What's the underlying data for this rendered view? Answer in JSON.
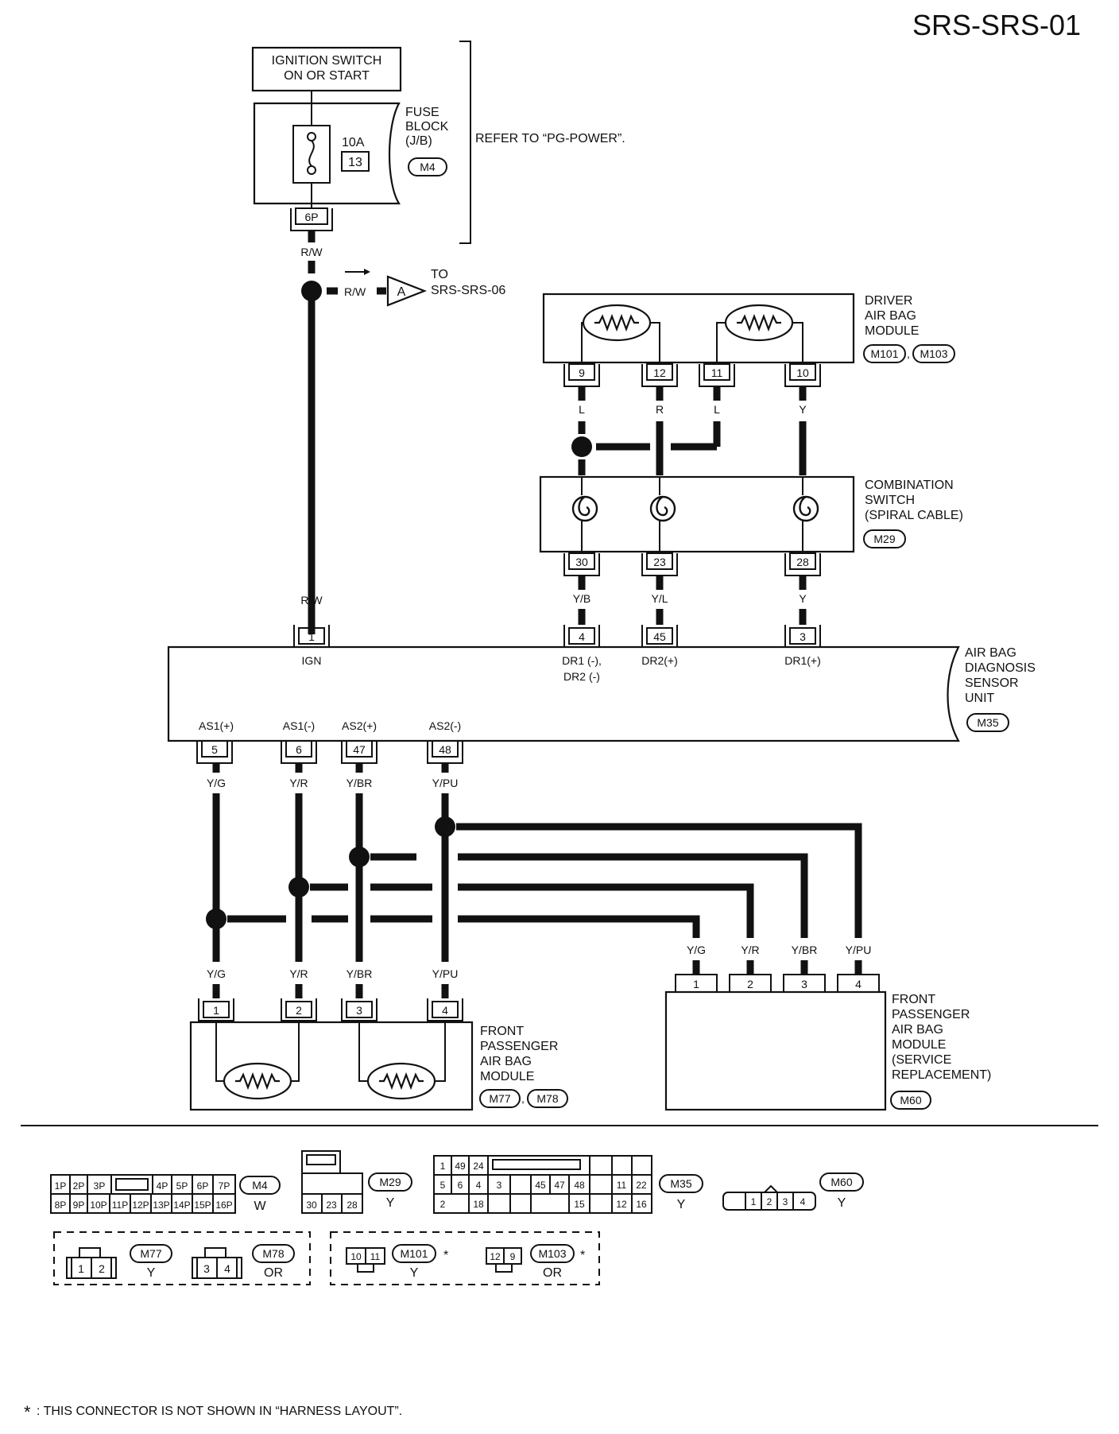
{
  "header": {
    "page_code": "SRS-SRS-01"
  },
  "top": {
    "ignition_label_1": "IGNITION SWITCH",
    "ignition_label_2": "ON OR START",
    "fuse_amp": "10A",
    "fuse_no": "13",
    "fuse_block_1": "FUSE",
    "fuse_block_2": "BLOCK",
    "fuse_block_3": "(J/B)",
    "fuse_block_conn": "M4",
    "fuse_pin": "6P",
    "refer_text": "REFER TO “PG-POWER”.",
    "wire_rw": "R/W",
    "to_label_1": "TO",
    "to_label_2": "SRS-SRS-06",
    "to_ref": "A"
  },
  "driver_module": {
    "label": [
      "DRIVER",
      "AIR BAG",
      "MODULE"
    ],
    "connectors": [
      "M101",
      "M103"
    ],
    "pins": [
      "9",
      "12",
      "11",
      "10"
    ],
    "wires": [
      "L",
      "R",
      "L",
      "Y"
    ]
  },
  "combo_switch": {
    "label": [
      "COMBINATION",
      "SWITCH",
      "(SPIRAL CABLE)"
    ],
    "connector": "M29",
    "pins": [
      "30",
      "23",
      "28"
    ],
    "wires": [
      "Y/B",
      "Y/L",
      "Y"
    ]
  },
  "sensor_unit": {
    "label": [
      "AIR BAG",
      "DIAGNOSIS",
      "SENSOR",
      "UNIT"
    ],
    "connector": "M35",
    "top_pins": [
      "1",
      "4",
      "45",
      "3"
    ],
    "top_signals": [
      "IGN",
      "DR1 (-),",
      "DR2 (-)",
      "DR2(+)",
      "DR1(+)"
    ],
    "top_wires": [
      "R/W",
      "Y/B",
      "Y/L",
      "Y"
    ],
    "bottom_pins": [
      "5",
      "6",
      "47",
      "48"
    ],
    "bottom_signals": [
      "AS1(+)",
      "AS1(-)",
      "AS2(+)",
      "AS2(-)"
    ],
    "bottom_wires": [
      "Y/G",
      "Y/R",
      "Y/BR",
      "Y/PU"
    ]
  },
  "front_passenger": {
    "label": [
      "FRONT",
      "PASSENGER",
      "AIR BAG",
      "MODULE"
    ],
    "connectors": [
      "M77",
      "M78"
    ],
    "pins": [
      "1",
      "2",
      "3",
      "4"
    ],
    "wires": [
      "Y/G",
      "Y/R",
      "Y/BR",
      "Y/PU"
    ]
  },
  "service_module": {
    "label": [
      "FRONT",
      "PASSENGER",
      "AIR BAG",
      "MODULE",
      "(SERVICE",
      "REPLACEMENT)"
    ],
    "connector": "M60",
    "pins": [
      "1",
      "2",
      "3",
      "4"
    ],
    "wires": [
      "Y/G",
      "Y/R",
      "Y/BR",
      "Y/PU"
    ]
  },
  "legend": {
    "m4": {
      "name": "M4",
      "color": "W",
      "row1": [
        "1P",
        "2P",
        "3P",
        "4P",
        "5P",
        "6P",
        "7P"
      ],
      "row2": [
        "8P",
        "9P",
        "10P",
        "11P",
        "12P",
        "13P",
        "14P",
        "15P",
        "16P"
      ]
    },
    "m29": {
      "name": "M29",
      "color": "Y",
      "pins": [
        "30",
        "23",
        "28"
      ]
    },
    "m35": {
      "name": "M35",
      "color": "Y",
      "row1": [
        "1",
        "49",
        "24"
      ],
      "row2": [
        "5",
        "6",
        "4",
        "3",
        "45",
        "47",
        "48",
        "11",
        "22"
      ],
      "row3": [
        "2",
        "18",
        "15",
        "12",
        "16"
      ]
    },
    "m60": {
      "name": "M60",
      "color": "Y",
      "pins": [
        "1",
        "2",
        "3",
        "4"
      ]
    },
    "m77": {
      "name": "M77",
      "color": "Y",
      "pins": [
        "1",
        "2"
      ]
    },
    "m78": {
      "name": "M78",
      "color": "OR",
      "pins": [
        "3",
        "4"
      ]
    },
    "m101": {
      "name": "M101",
      "color": "Y",
      "pins": [
        "10",
        "11"
      ]
    },
    "m103": {
      "name": "M103",
      "color": "OR",
      "pins": [
        "12",
        "9"
      ]
    },
    "asterisk": "*"
  },
  "footnote": {
    "mark": "*",
    "text": ": THIS CONNECTOR IS NOT SHOWN IN “HARNESS LAYOUT”."
  }
}
